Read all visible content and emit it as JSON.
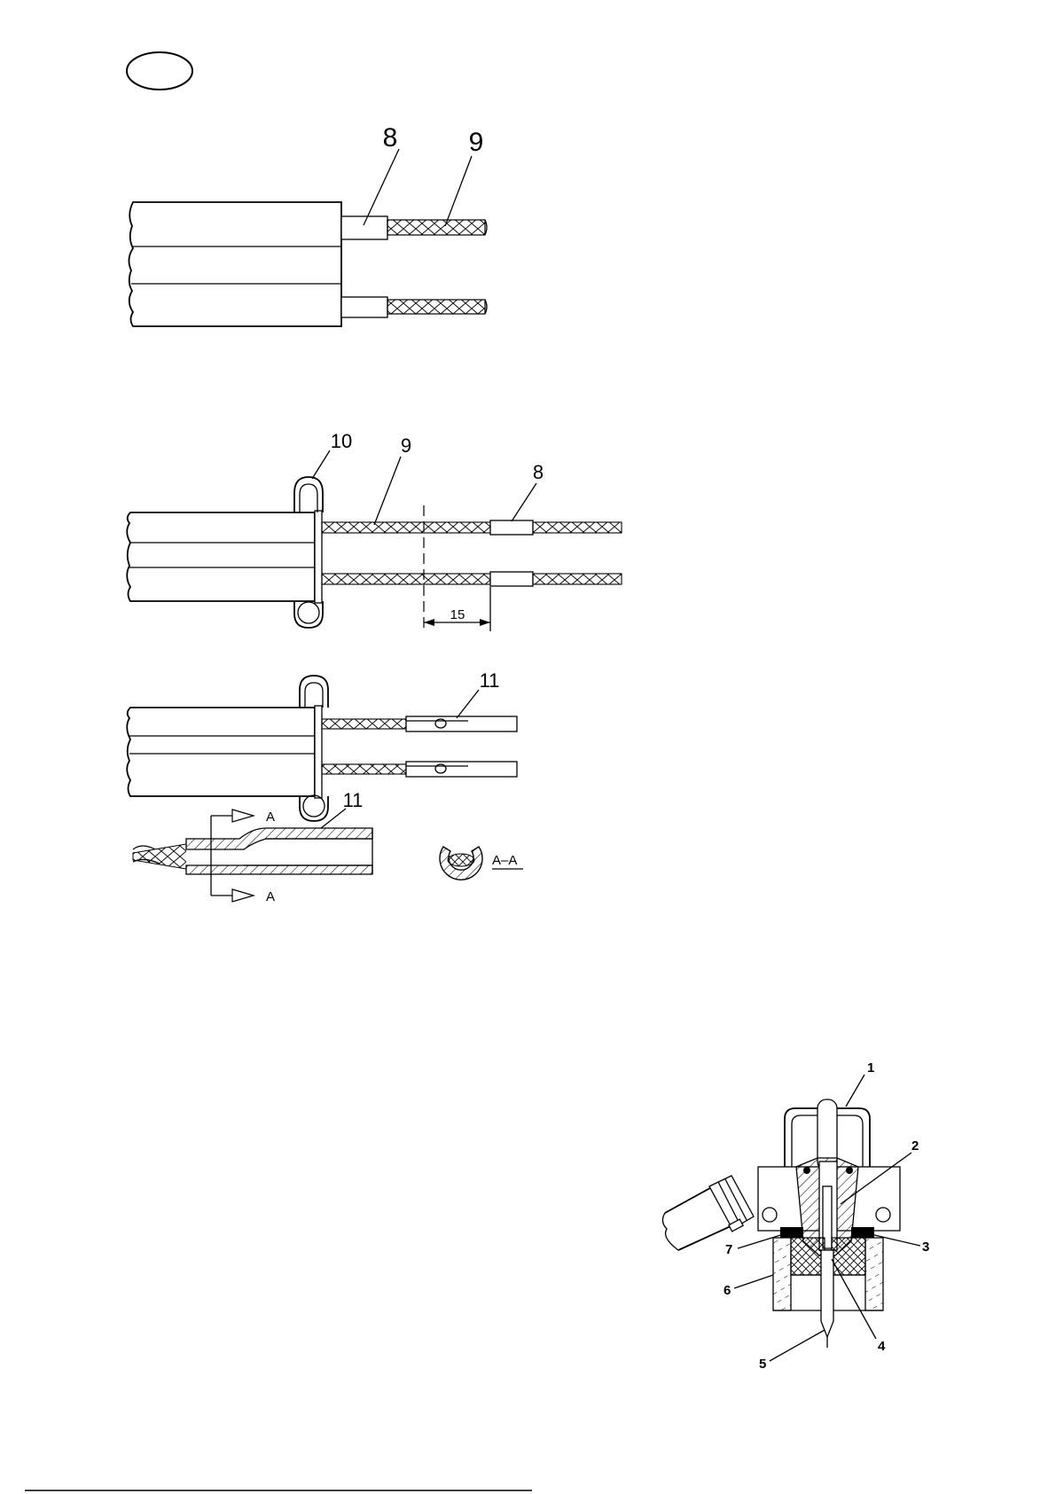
{
  "labels": {
    "fig1_8": "8",
    "fig1_9": "9",
    "fig2_10": "10",
    "fig2_9": "9",
    "fig2_8": "8",
    "fig2_dim": "15",
    "fig3_11": "11",
    "fig4_11": "11",
    "fig4_a_top": "A",
    "fig4_a_bottom": "A",
    "fig4_section": "A–A",
    "fig5_1": "1",
    "fig5_2": "2",
    "fig5_3": "3",
    "fig5_4": "4",
    "fig5_5": "5",
    "fig5_6": "6",
    "fig5_7": "7"
  }
}
